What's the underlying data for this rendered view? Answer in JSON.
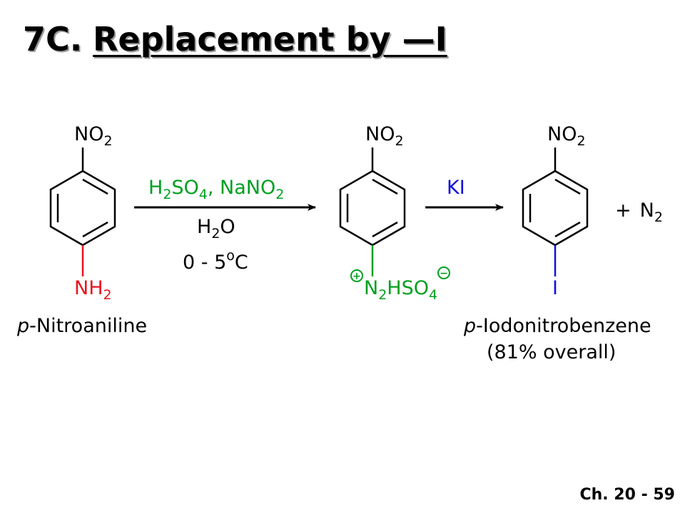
{
  "title": {
    "number": "7C.",
    "text": "Replacement by —I"
  },
  "footer": {
    "page": "Ch. 20 - 59"
  },
  "colors": {
    "red": "#e8141e",
    "green": "#00a020",
    "blue": "#1010e0",
    "black": "#000000"
  },
  "reactant": {
    "top_group": "NO",
    "top_sub": "2",
    "bottom_group": "NH",
    "bottom_sub": "2",
    "name_prefix": "p",
    "name_rest": "-Nitroaniline"
  },
  "step1": {
    "reagent_h": "H",
    "reagent_h_sub": "2",
    "reagent_so": "SO",
    "reagent_so_sub": "4",
    "reagent_sep": ", NaNO",
    "reagent_nano_sub": "2",
    "solvent_h": "H",
    "solvent_sub": "2",
    "solvent_o": "O",
    "temp_main": "0 - 5",
    "temp_sup": "o",
    "temp_unit": "C"
  },
  "intermediate": {
    "top_group": "NO",
    "top_sub": "2",
    "n": "N",
    "n_sub": "2",
    "hso": "HSO",
    "hso_sub": "4",
    "plus_charge": "+",
    "minus_charge": "−"
  },
  "step2": {
    "reagent": "KI"
  },
  "product": {
    "top_group": "NO",
    "top_sub": "2",
    "bottom_group": "I",
    "name_prefix": "p",
    "name_rest": "-Iodonitrobenzene",
    "yield": "(81% overall)"
  },
  "byproduct": {
    "plus": "+",
    "n": "N",
    "sub": "2"
  }
}
